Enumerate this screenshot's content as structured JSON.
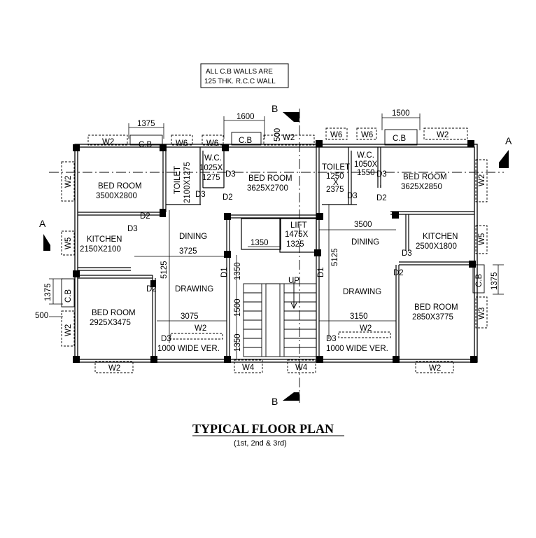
{
  "note": {
    "line1": "ALL C.B WALLS ARE",
    "line2": "125 THK. R.C.C WALL"
  },
  "title": "TYPICAL FLOOR PLAN",
  "subtitle": "(1st, 2nd & 3rd)",
  "section_markers": {
    "a": "A",
    "b": "B"
  },
  "rooms": {
    "bed_tl": {
      "name": "BED ROOM",
      "size": "3500X2800"
    },
    "bed_tm": {
      "name": "BED ROOM",
      "size": "3625X2700"
    },
    "bed_tr": {
      "name": "BED ROOM",
      "size": "3625X2850"
    },
    "bed_bl": {
      "name": "BED ROOM",
      "size": "2925X3475"
    },
    "bed_br": {
      "name": "BED ROOM",
      "size": "2850X3775"
    },
    "kitchen_l": {
      "name": "KITCHEN",
      "size": "2150X2100"
    },
    "kitchen_r": {
      "name": "KITCHEN",
      "size": "2500X1800"
    },
    "toilet_l": {
      "name": "TOILET",
      "size": "2100X1275"
    },
    "toilet_r": {
      "name": "TOILET",
      "l1": "1250",
      "l2": "X",
      "l3": "2375"
    },
    "wc_l": {
      "name": "W.C.",
      "l1": "1025X",
      "l2": "1275"
    },
    "wc_r": {
      "name": "W.C.",
      "l1": "1050X",
      "l2": "1550"
    },
    "lift": {
      "name": "LIFT",
      "l1": "1475X",
      "l2": "1325"
    },
    "dining": "DINING",
    "drawing": "DRAWING",
    "verandah": "1000 WIDE VER.",
    "up": "UP"
  },
  "labels": {
    "w2": "W2",
    "w3": "W3",
    "w4": "W4",
    "w5": "W5",
    "w6": "W6",
    "cb": "C.B",
    "d1": "D1",
    "d2": "D2",
    "d3": "D3"
  },
  "dims": {
    "d1375": "1375",
    "d1600": "1600",
    "d1500": "1500",
    "d500": "500",
    "d3725": "3725",
    "d1350": "1350",
    "d3500": "3500",
    "d5125": "5125",
    "d3075": "3075",
    "d3150": "3150",
    "d1500v": "1500"
  }
}
